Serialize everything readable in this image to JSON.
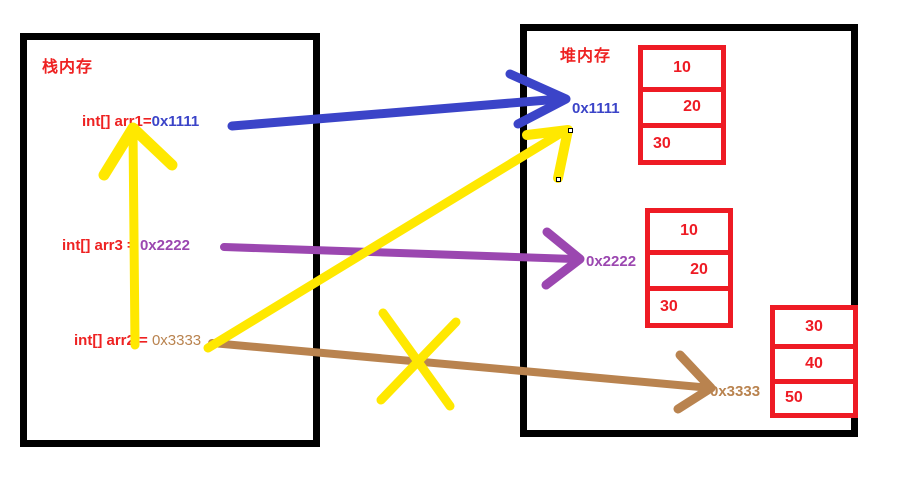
{
  "diagram": {
    "title_stack": "栈内存",
    "title_heap": "堆内存"
  },
  "stack": {
    "variables": [
      {
        "name": "int[] arr1=",
        "value": "0x1111",
        "color": "#3b44c8"
      },
      {
        "name": "int[] arr3 = ",
        "value": "0x2222",
        "color": "#9b47b0"
      },
      {
        "name": "int[] arr2 = ",
        "value": "0x3333",
        "color": "#b9834f"
      }
    ]
  },
  "heap": {
    "addresses": [
      {
        "label": "0x1111",
        "color": "#3b44c8"
      },
      {
        "label": "0x2222",
        "color": "#9b47b0"
      },
      {
        "label": "0x3333",
        "color": "#b9834f"
      }
    ],
    "arrays": [
      {
        "address": "0x1111",
        "values": [
          "10",
          "20",
          "30"
        ]
      },
      {
        "address": "0x2222",
        "values": [
          "10",
          "20",
          "30"
        ]
      },
      {
        "address": "0x3333",
        "values": [
          "30",
          "40",
          "50"
        ]
      }
    ]
  },
  "annotations": {
    "arrows": [
      {
        "name": "arr1-to-0x1111",
        "color": "#3b44c8"
      },
      {
        "name": "arr3-to-0x2222",
        "color": "#9b47b0"
      },
      {
        "name": "arr2-to-0x3333",
        "color": "#b9834f"
      },
      {
        "name": "reassign-yellow-up",
        "color": "#ffe800"
      },
      {
        "name": "reassign-yellow-to-0x1111",
        "color": "#ffe800"
      }
    ],
    "cross_out": {
      "name": "yellow-x-cancel",
      "color": "#ffe800"
    }
  },
  "colors": {
    "red": "#ee1b24",
    "black": "#000000",
    "blue": "#3b44c8",
    "purple": "#9b47b0",
    "brown": "#b9834f",
    "yellow": "#ffe800"
  }
}
